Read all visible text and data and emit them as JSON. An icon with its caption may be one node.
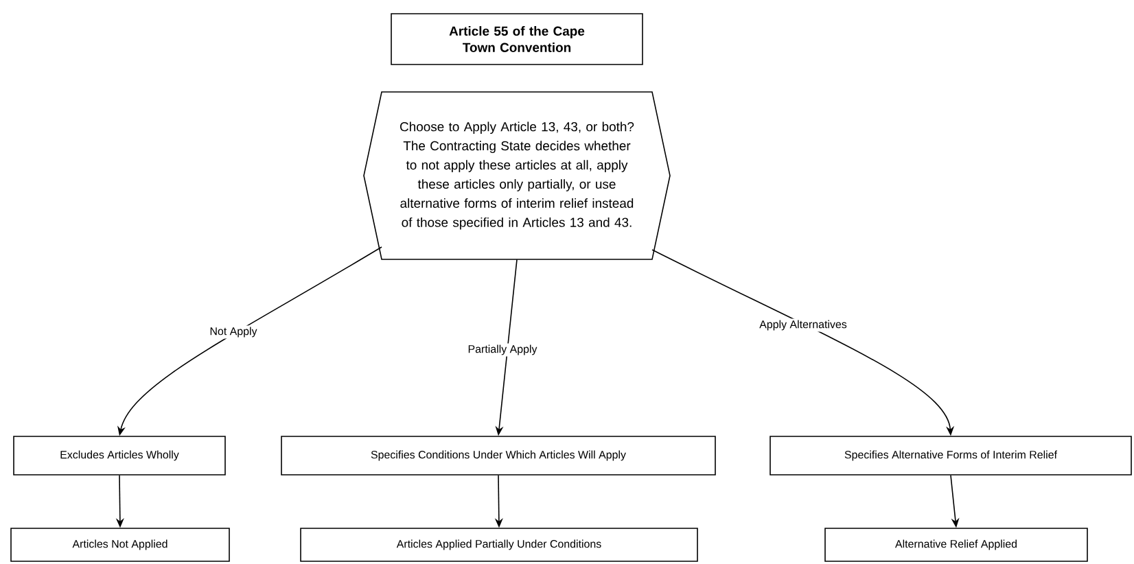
{
  "diagram": {
    "nodes": [
      {
        "text": [
          "Article 55 of the Cape Town Convention"
        ]
      },
      {
        "text": [
          "Choose to Apply Article 13, 43, or both? The Contracting State decides whether to not apply these articles at all, apply these articles only partially, or use alternative forms of interim relief instead of those specified in Articles 13 and 43."
        ]
      },
      {
        "text": [
          "Excludes Articles Wholly"
        ]
      },
      {
        "text": [
          "Specifies Conditions Under Which Articles Will Apply"
        ]
      },
      {
        "text": [
          "Specifies Alternative Forms of Interim Relief"
        ]
      },
      {
        "text": [
          "Articles Not Applied"
        ]
      },
      {
        "text": [
          "Articles Applied Partially Under Conditions"
        ]
      },
      {
        "text": [
          "Alternative Relief Applied"
        ]
      }
    ],
    "edges": [
      {
        "from": 1,
        "to": 2,
        "arrow": "to",
        "label": "Not Apply"
      },
      {
        "from": 1,
        "to": 3,
        "arrow": "to",
        "label": "Partially Apply"
      },
      {
        "from": 1,
        "to": 4,
        "arrow": "to",
        "label": "Apply Alternatives"
      },
      {
        "from": 2,
        "to": 5,
        "arrow": "to"
      },
      {
        "from": 3,
        "to": 6,
        "arrow": "to"
      },
      {
        "from": 4,
        "to": 7,
        "arrow": "to"
      }
    ]
  }
}
